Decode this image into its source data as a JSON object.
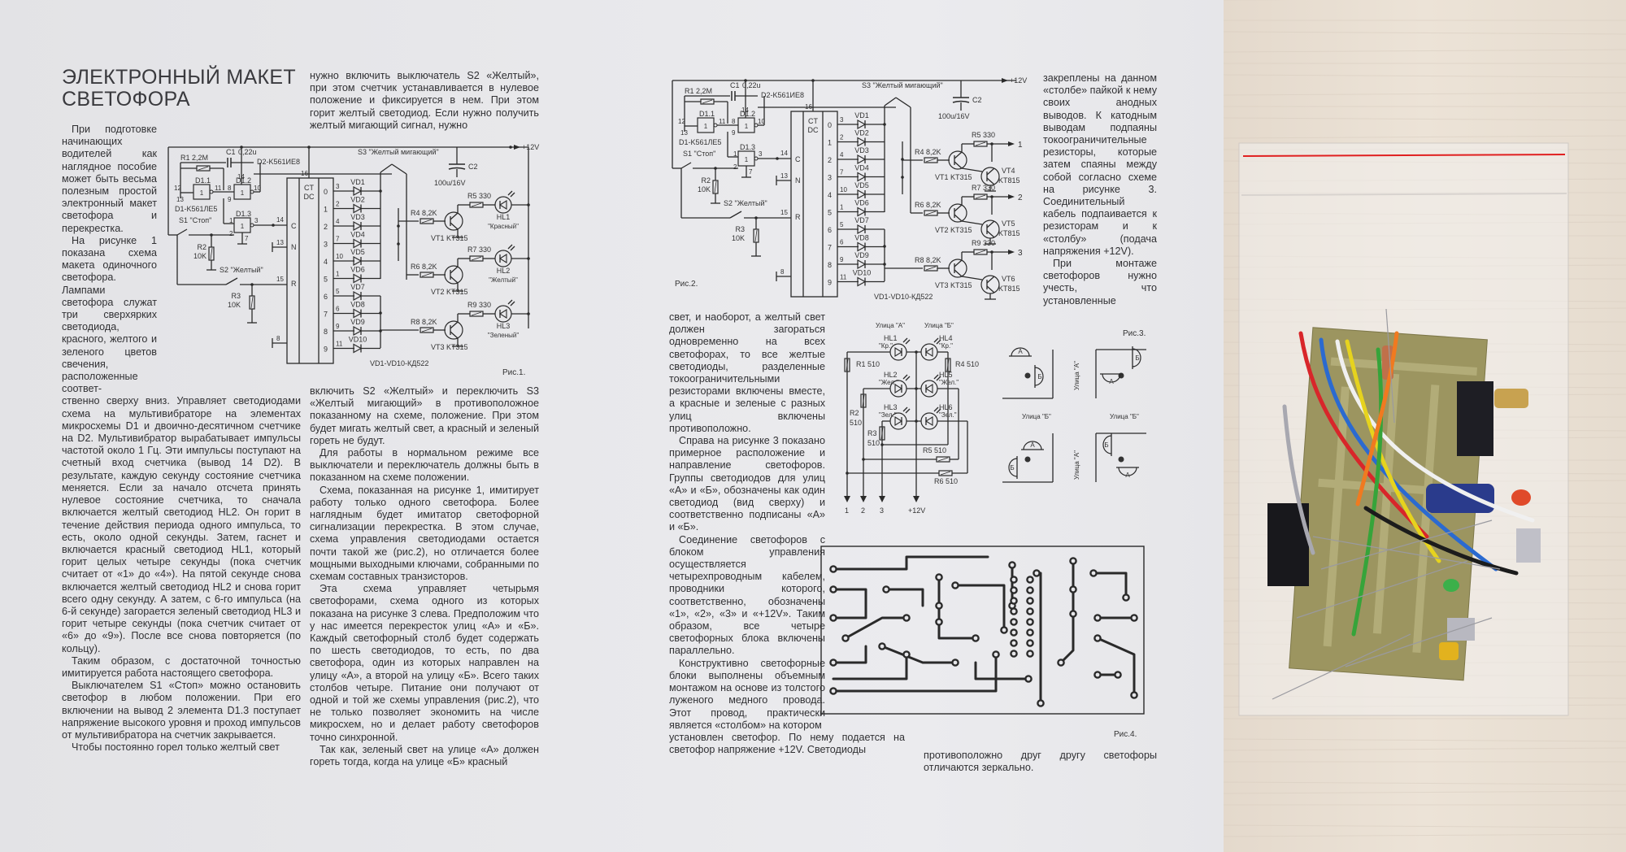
{
  "article": {
    "title_line1": "ЭЛЕКТРОННЫЙ МАКЕТ",
    "title_line2": "СВЕТОФОРА"
  },
  "col1": {
    "narrow": [
      "При подготовке начинающих водителей как наглядное пособие может быть весьма полезным простой электронный макет светофора и перекрестка.",
      "На рисунке 1 показана схема макета одиночного светофора. Лампами светофора служат три сверхярких светодиода, красного, желтого и зеленого цветов свечения, расположенные соответ-"
    ],
    "wide_cont": "ственно сверху вниз. Управляет светодиодами схема на мультивибраторе на элементах микросхемы D1 и двоично-десятичном счетчике на D2. Мультивибратор вырабатывает импульсы частотой около 1 Гц. Эти импульсы поступают на счетный вход счетчика (вывод 14 D2). В результате, каждую секунду состояние счетчика меняется. Если за начало отсчета принять нулевое состояние счетчика, то сначала включается желтый светодиод HL2. Он горит в течение действия периода одного импульса, то есть, около одной секунды. Затем, гаснет и включается красный светодиод HL1, который горит целых четыре секунды (пока счетчик считает от «1» до «4»). На пятой секунде снова включается желтый светодиод HL2 и снова горит всего одну секунду. А затем, с 6-го импульса (на 6-й секунде) загорается зеленый светодиод HL3 и горит четыре секунды (пока счетчик считает от «6» до «9»). После все снова повторяется (по кольцу).",
    "wide": [
      "Таким образом, с достаточной точностью имитируется работа настоящего светофора.",
      "Выключателем S1 «Стоп» можно остановить светофор в любом положении. При его включении на вывод 2 элемента D1.3 поступает напряжение высокого уровня и проход импульсов от мультивибратора на счетчик закрывается.",
      "Чтобы постоянно горел только желтый свет"
    ]
  },
  "col2": {
    "top": "нужно включить выключатель S2 «Желтый», при этом счетчик устанавливается в нулевое положение и фиксируется в нем. При этом горит желтый светодиод. Если нужно получить желтый мигающий сигнал, нужно",
    "bottom_cont": "включить S2 «Желтый» и переключить S3 «Желтый мигающий» в противоположное показанному на схеме, положение. При этом будет мигать желтый свет, а красный и зеленый гореть не будут.",
    "bottom": [
      "Для работы в нормальном режиме все выключатели и переключатель должны быть в показанном на схеме положении.",
      "Схема, показанная на рисунке 1, имитирует работу только одного светофора. Более наглядным будет имитатор светофорной сигнализации перекрестка. В этом случае, схема управления светодиодами остается почти такой же (рис.2), но отличается более мощными выходными ключами, собранными по схемам составных транзисторов.",
      "Эта схема управляет четырьмя светофорами, схема одного из которых показана на рисунке 3 слева. Предположим что у нас имеется перекресток улиц «А» и «Б». Каждый светофорный столб будет содержать по шесть светодиодов, то есть, по два светофора, один из которых направлен на улицу «А», а второй на улицу «Б». Всего таких столбов четыре. Питание они получают от одной и той же схемы управления (рис.2), что не только позволяет экономить на числе микросхем, но и делает работу светофоров точно синхронной.",
      "Так как, зеленый свет на улице «А» должен гореть тогда, когда на улице «Б» красный"
    ]
  },
  "col3": {
    "cont": "свет, и наоборот, а желтый свет должен загораться одновременно на всех светофорах, то все желтые светодиоды, разделенные токоограничительными резисторами включены вместе, а красные и зеленые с разных улиц включены противоположно.",
    "paragraphs": [
      "Справа на рисунке 3 показано примерное расположение и направление светофоров. Группы светодиодов для улиц «А» и «Б», обозначены как один светодиод (вид сверху) и соответственно подписаны «А» и «Б».",
      "Соединение светофоров с блоком управления осуществляется четырехпроводным кабелем, проводники которого, соответственно, обозначены «1», «2», «3» и «+12V». Таким образом, все четыре светофорных блока включены параллельно.",
      "Конструктивно светофорные блоки выполнены объемным монтажом на основе из толстого луженого медного провода. Этот провод, практически является «столбом» на котором"
    ],
    "tail": "установлен светофор. По нему подается на светофор напряжение +12V. Светодиоды"
  },
  "col4": {
    "cont": "закреплены на данном «столбе» пайкой к нему своих анодных выводов. К катодным выводам подпаяны токоограничительные резисторы, которые затем спаяны между собой согласно схеме на рисунке 3. Соединительный кабель подпаивается к резисторам и к «столбу» (подача напряжения +12V).",
    "paragraph": "При монтаже светофоров нужно учесть, что установленные",
    "tail": "противоположно друг другу светофоры отличаются зеркально."
  },
  "schem": {
    "r1": "R1 2,2M",
    "c1": "C1",
    "c1v": "0,22u",
    "d2": "D2-K561ИЕ8",
    "d11": "D1.1",
    "d12": "D1.2",
    "d13": "D1.3",
    "d1": "D1-K561ЛЕ5",
    "gate": "1",
    "p12": "12",
    "p13": "13",
    "p11": "11",
    "p8": "8",
    "p9": "9",
    "p14": "14",
    "p10": "10",
    "p1": "1",
    "p2": "2",
    "p3": "3",
    "p7": "7",
    "s1": "S1 \"Стоп\"",
    "s2": "S2 \"Желтый\"",
    "s3": "S3 \"Желтый мигающий\"",
    "r2": "R2",
    "r2v": "10K",
    "r3": "R3",
    "r3v": "10K",
    "c2": "C2",
    "c2v": "100u/16V",
    "vplus": "+12V",
    "ct": "CT",
    "dc": "DC",
    "pinC": "C",
    "pinN": "N",
    "pinR": "R",
    "pin14": "14",
    "pin13": "13",
    "pin15": "15",
    "pin16": "16",
    "pin8": "8",
    "outputs": [
      "0",
      "1",
      "2",
      "3",
      "4",
      "5",
      "6",
      "7",
      "8",
      "9"
    ],
    "diodes": [
      "VD1",
      "VD2",
      "VD3",
      "VD4",
      "VD5",
      "VD6",
      "VD7",
      "VD8",
      "VD9",
      "VD10"
    ],
    "diode_pins": [
      "3",
      "2",
      "4",
      "7",
      "10",
      "1",
      "5",
      "6",
      "9",
      "11"
    ],
    "r4": "R4 8,2K",
    "r5": "R5 330",
    "r6": "R6 8,2K",
    "r7": "R7 330",
    "r8": "R8 8,2K",
    "r9": "R9 330",
    "vt1": "VT1 KT315",
    "vt2": "VT2 KT315",
    "vt3": "VT3 KT315",
    "vdnote": "VD1-VD10-КД522"
  },
  "fig1": {
    "caption": "Рис.1.",
    "hl": [
      "HL1",
      "HL2",
      "HL3"
    ],
    "hl_names": [
      "\"Красный\"",
      "\"Желтый\"",
      "\"Зеленый\""
    ]
  },
  "fig2": {
    "caption": "Рис.2.",
    "vt_out": [
      "VT4",
      "VT5",
      "VT6"
    ],
    "vt_out_type": "KT815",
    "outs": [
      "1",
      "2",
      "3"
    ]
  },
  "fig3": {
    "caption": "Рис.3.",
    "street_a": "Улица \"А\"",
    "street_b": "Улица \"Б\"",
    "leds": [
      "HL1",
      "HL2",
      "HL3",
      "HL4",
      "HL5",
      "HL6"
    ],
    "led_names": [
      "\"Кр.\"",
      "\"Жел.\"",
      "\"Зел.\"",
      "\"Кр.\"",
      "\"Жел.\"",
      "\"Зел.\""
    ],
    "r1": "R1 510",
    "r2": "R2",
    "r3": "R3",
    "rv": "510",
    "r4": "R4 510",
    "r5": "R5 510",
    "r6": "R6 510",
    "wires": [
      "1",
      "2",
      "3"
    ],
    "vplus": "+12V",
    "a": "А",
    "b": "Б"
  },
  "fig4": {
    "caption": "Рис.4."
  },
  "colors": {
    "paper": "#e7e7ea",
    "ink": "#303033",
    "wood": "#e9dfd2",
    "pcb": "#9c9560"
  }
}
